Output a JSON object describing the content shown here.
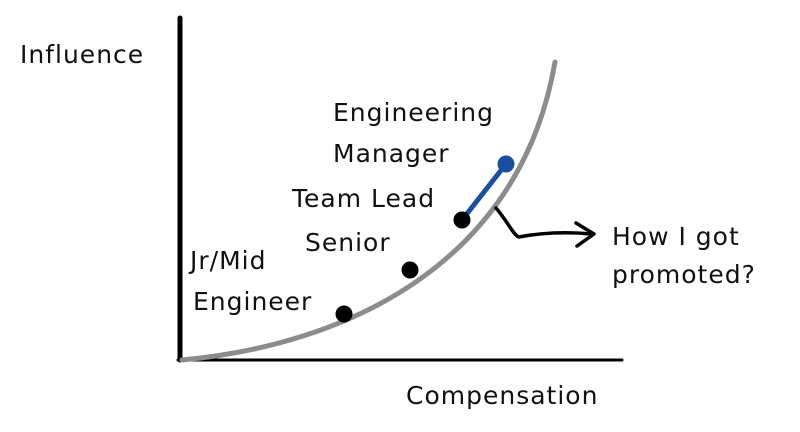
{
  "axes": {
    "y_label": "Influence",
    "x_label": "Compensation"
  },
  "points": {
    "jr_mid": {
      "line1": "Jr/Mid",
      "line2": "Engineer"
    },
    "senior": {
      "label": "Senior"
    },
    "team_lead": {
      "label": "Team Lead"
    },
    "engineering_manager": {
      "line1": "Engineering",
      "line2": "Manager"
    }
  },
  "annotation": {
    "line1": "How I got",
    "line2": "promoted?"
  },
  "colors": {
    "axis": "#000000",
    "curve": "#8c8c8c",
    "marker": "#000000",
    "highlight": "#1a4fa0",
    "highlight_marker": "#1a4fa0"
  }
}
